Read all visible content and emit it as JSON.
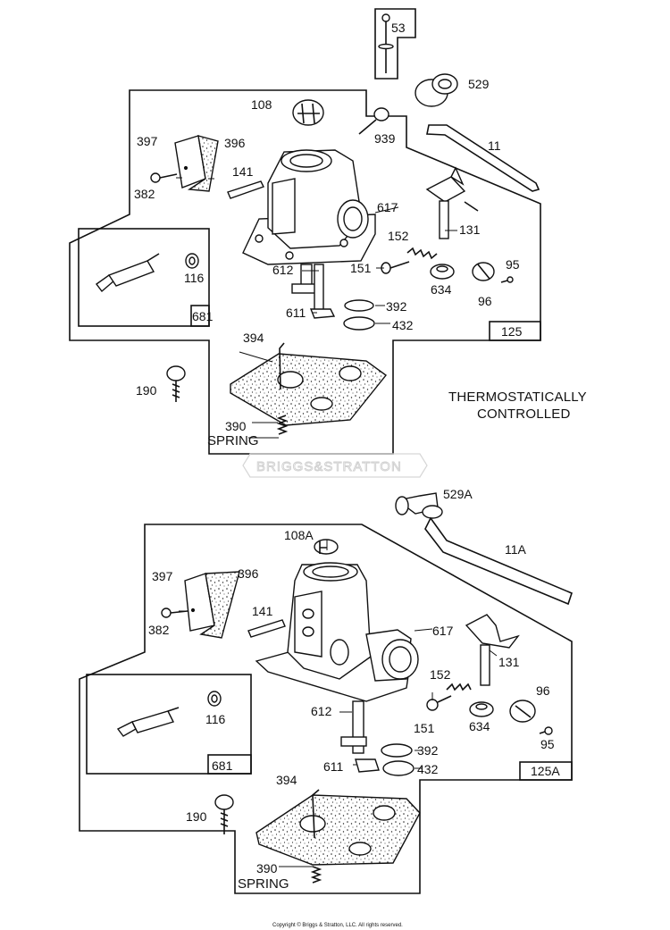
{
  "upper": {
    "callouts": [
      "53",
      "529",
      "108",
      "939",
      "397",
      "396",
      "11",
      "141",
      "382",
      "617",
      "131",
      "152",
      "116",
      "151",
      "95",
      "612",
      "634",
      "96",
      "392",
      "611",
      "432",
      "681",
      "125",
      "394",
      "190",
      "390"
    ],
    "spring": "SPRING",
    "note_line1": "THERMOSTATICALLY",
    "note_line2": "CONTROLLED"
  },
  "lower": {
    "callouts": [
      "529A",
      "108A",
      "11A",
      "397",
      "396",
      "141",
      "382",
      "617",
      "131",
      "152",
      "96",
      "116",
      "151",
      "634",
      "612",
      "95",
      "392",
      "611",
      "432",
      "681",
      "125A",
      "394",
      "190",
      "390"
    ],
    "spring": "SPRING"
  },
  "watermark": "BRIGGS&STRATTON",
  "copyright": "Copyright © Briggs & Stratton, LLC. All rights reserved."
}
